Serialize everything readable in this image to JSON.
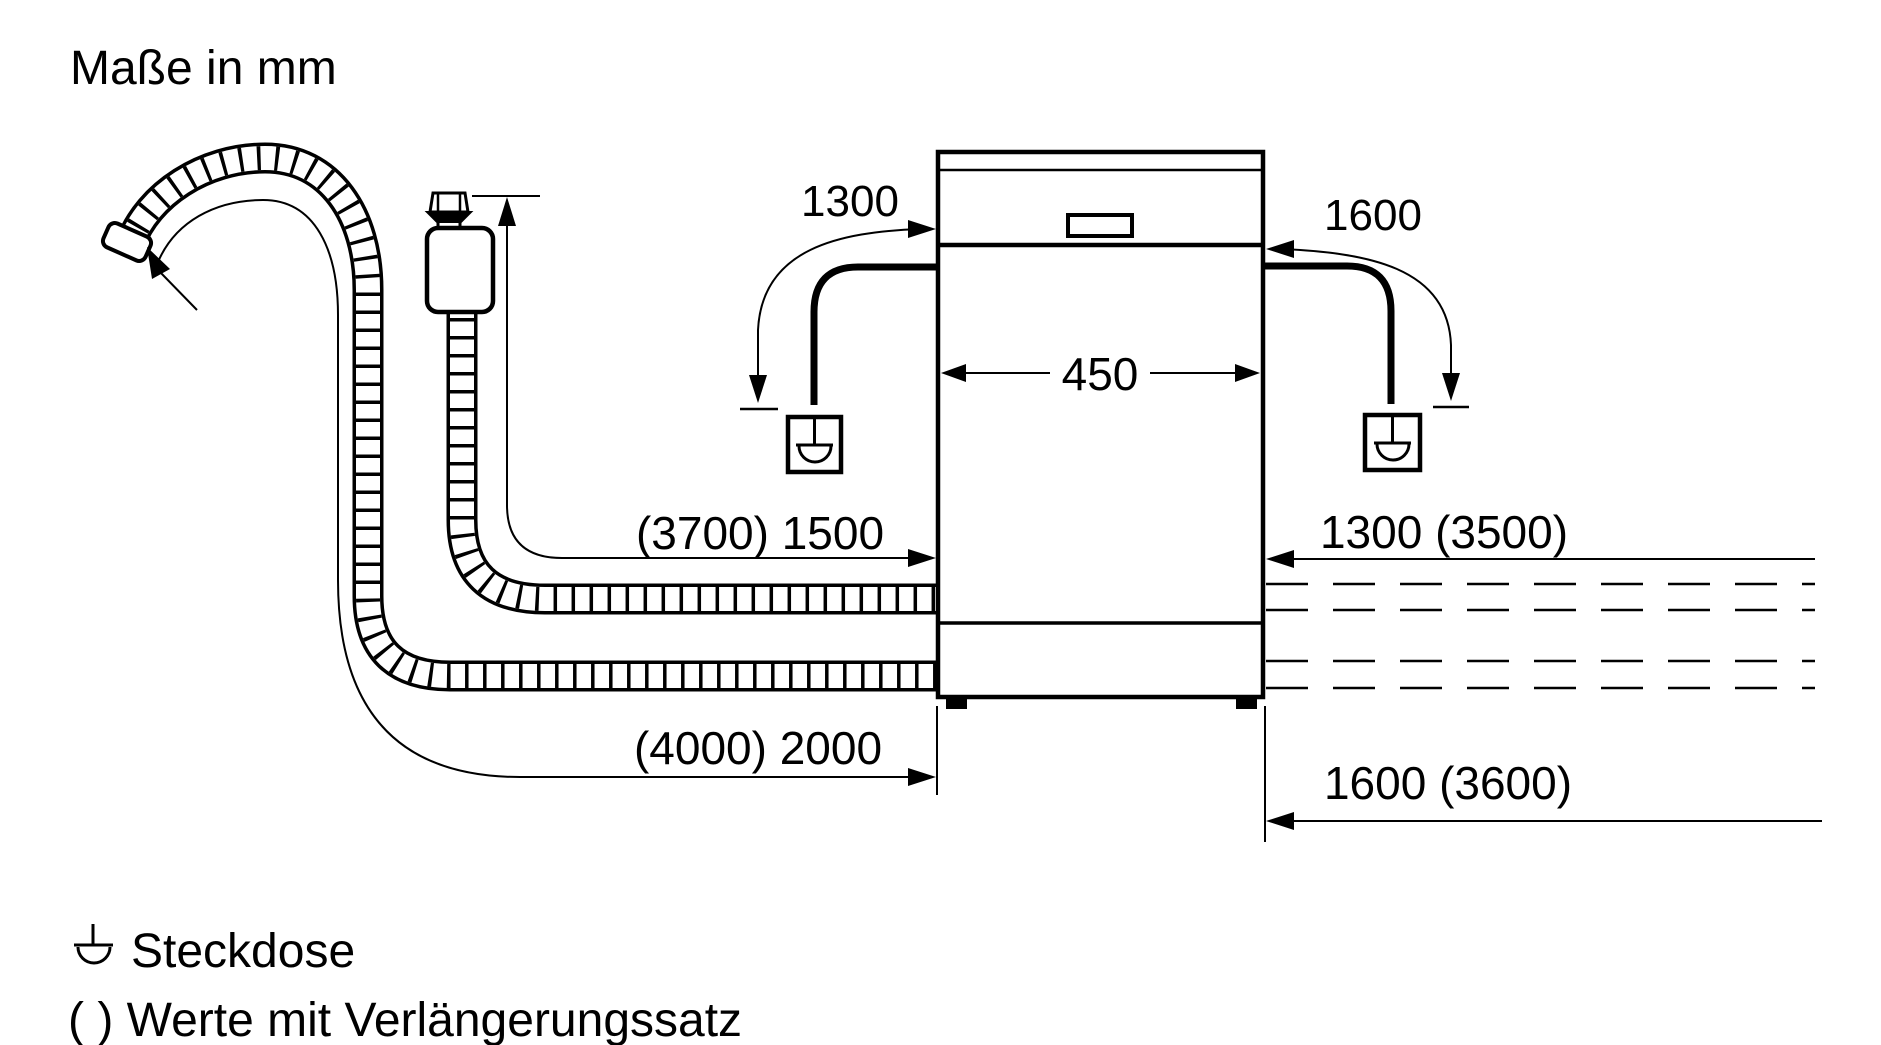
{
  "title": "Maße in mm",
  "dimensions": {
    "cord_left": "1300",
    "cord_right": "1600",
    "appliance_width": "450",
    "supply_hose_left": "(3700) 1500",
    "supply_right": "1300 (3500)",
    "drain_hose_left": "(4000) 2000",
    "drain_right": "1600 (3600)"
  },
  "legend": {
    "socket": "Steckdose",
    "parentheses_note": "( ) Werte mit Verlängerungssatz"
  },
  "icons": {
    "socket_left": "power-socket-icon",
    "socket_right": "power-socket-icon",
    "legend_socket": "power-socket-icon"
  },
  "colors": {
    "line": "#000000",
    "background": "#ffffff"
  }
}
